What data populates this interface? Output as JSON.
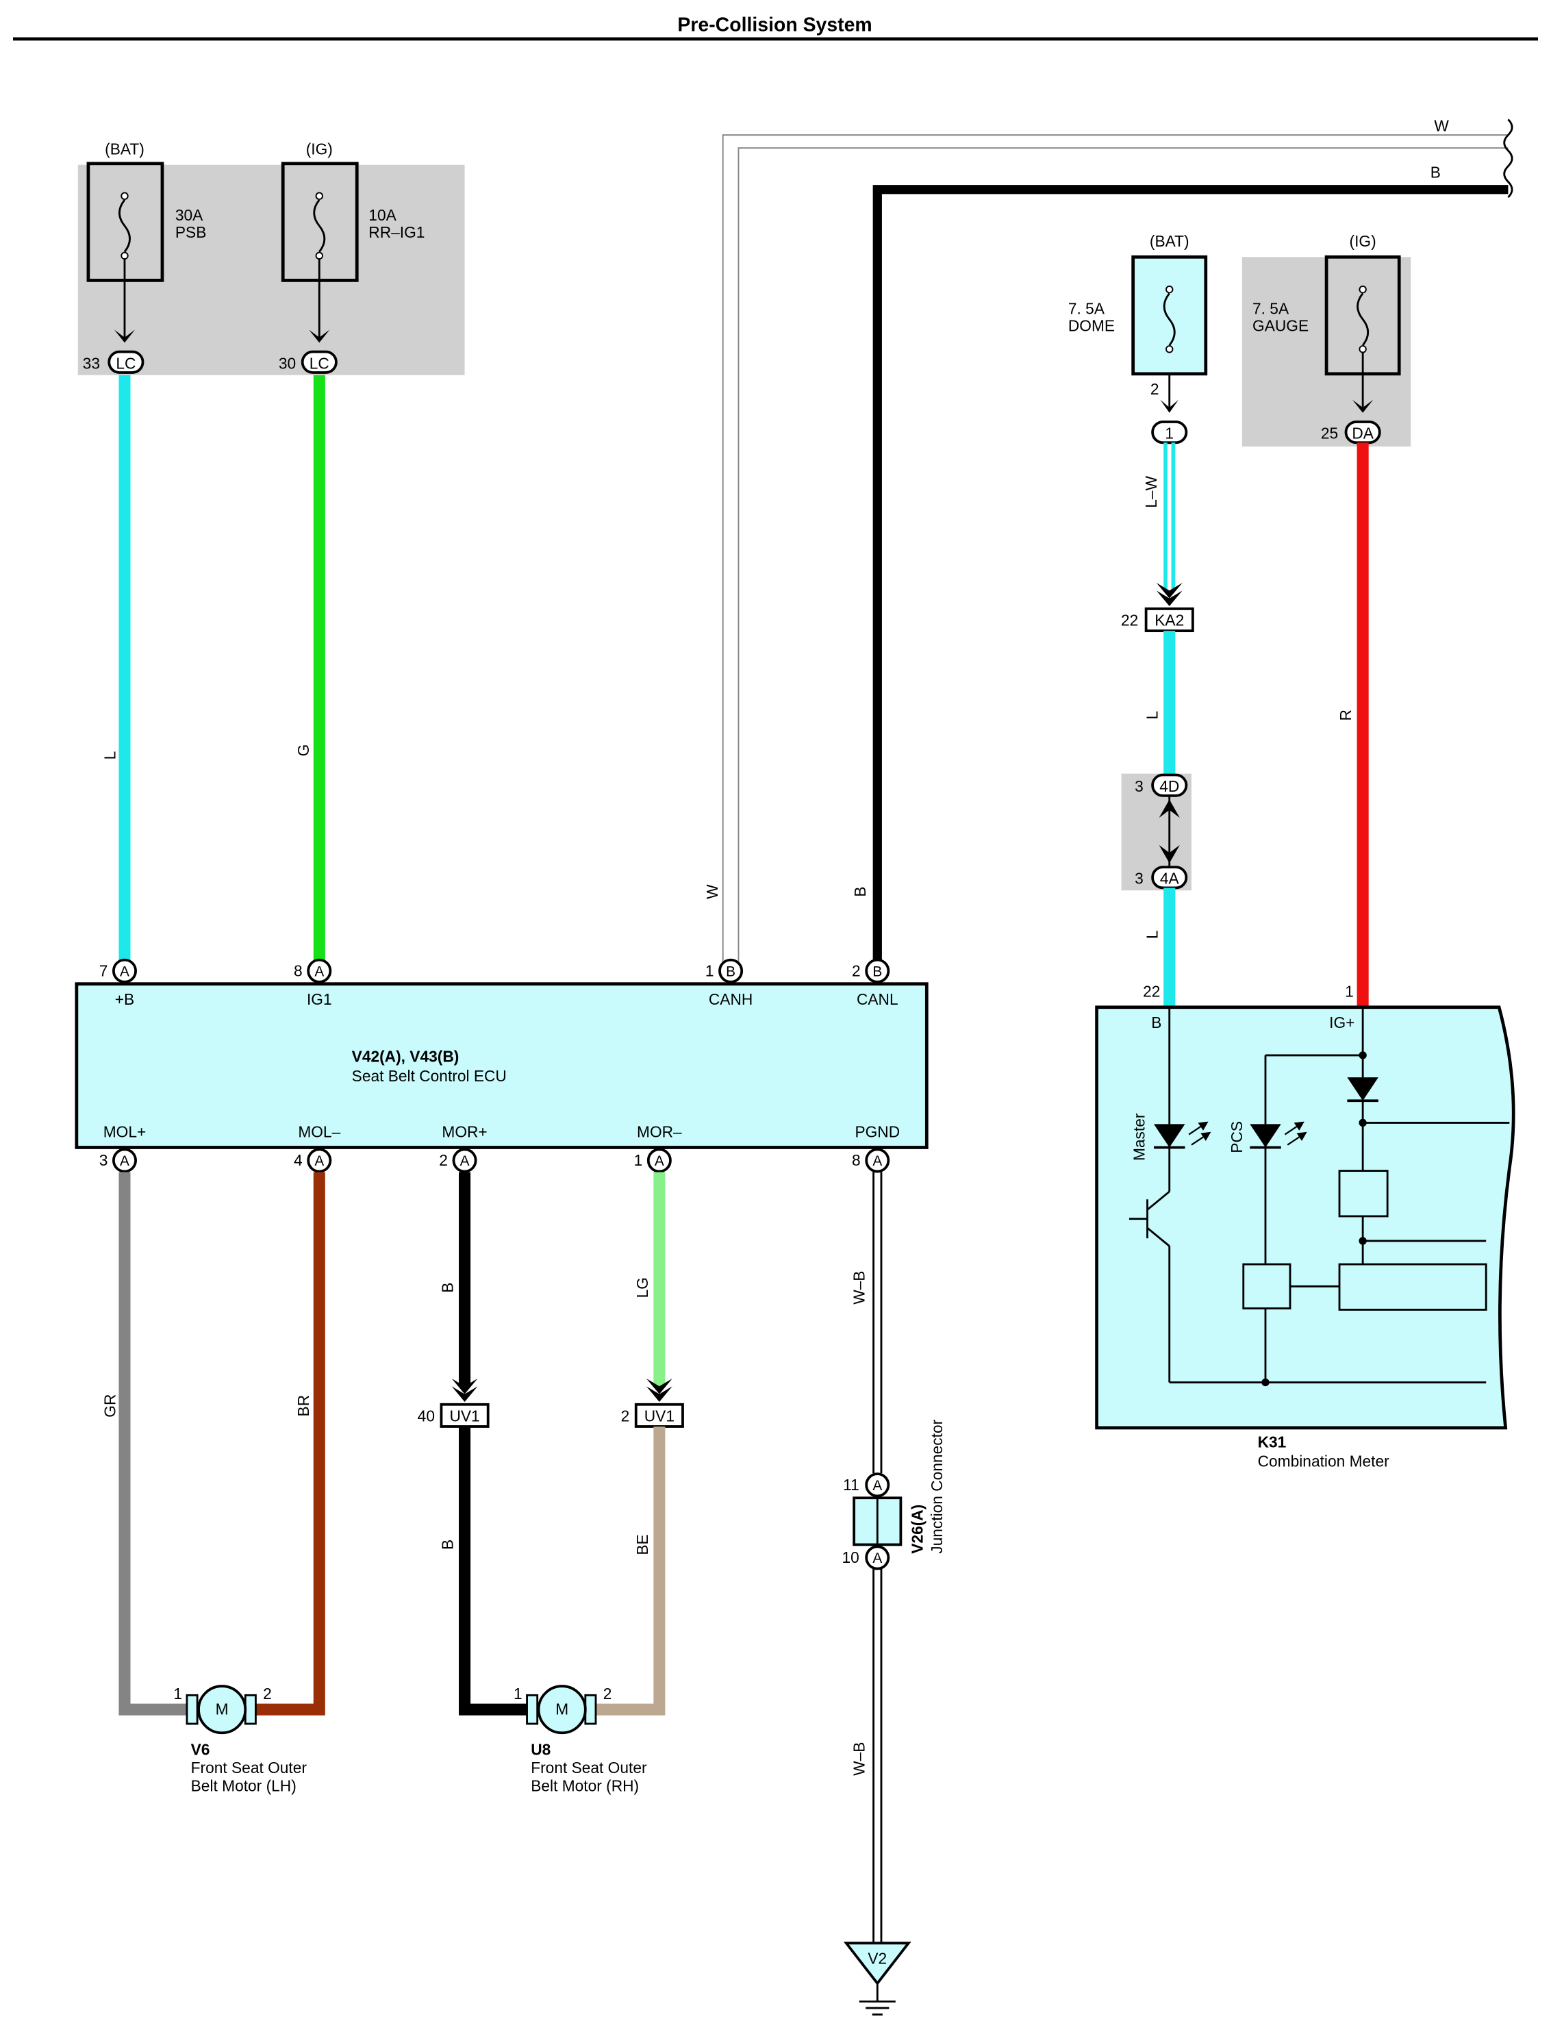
{
  "title": "Pre-Collision System",
  "colors": {
    "L": "#1ee8ea",
    "G": "#16e016",
    "R": "#f01010",
    "B": "#000000",
    "GR": "#848484",
    "BR": "#9a2e06",
    "LG": "#88f088",
    "BE": "#bca890",
    "W": "#ffffff",
    "shade": "#d0d0d0",
    "component": "#c9fbfd"
  },
  "fuses": {
    "psb": {
      "source": "(BAT)",
      "amp": "30A",
      "name": "PSB",
      "pin": "33",
      "connector": "LC"
    },
    "rr_ig1": {
      "source": "(IG)",
      "amp": "10A",
      "name": "RR–IG1",
      "pin": "30",
      "connector": "LC"
    },
    "dome": {
      "source": "(BAT)",
      "amp": "7. 5A",
      "name": "DOME",
      "pin": "2",
      "connector": "1"
    },
    "gauge": {
      "source": "(IG)",
      "amp": "7. 5A",
      "name": "GAUGE",
      "pin": "25",
      "connector": "DA"
    }
  },
  "wires": {
    "w_top": "W",
    "b_top": "B",
    "l_main": "L",
    "g_main": "G",
    "w_can": "W",
    "b_can": "B",
    "lw": "L–W",
    "l_dome": "L",
    "l_meter": "L",
    "r_meter": "R",
    "gr": "GR",
    "br": "BR",
    "b_mor1": "B",
    "b_mor2": "B",
    "lg": "LG",
    "be": "BE",
    "wb1": "W–B",
    "wb2": "W–B"
  },
  "ecu": {
    "name_bold": "V42(A), V43(B)",
    "name": "Seat Belt Control ECU",
    "top_pins": [
      {
        "num": "7",
        "conn": "A",
        "label": "+B"
      },
      {
        "num": "8",
        "conn": "A",
        "label": "IG1"
      },
      {
        "num": "1",
        "conn": "B",
        "label": "CANH"
      },
      {
        "num": "2",
        "conn": "B",
        "label": "CANL"
      }
    ],
    "bottom_pins": [
      {
        "num": "3",
        "conn": "A",
        "label": "MOL+"
      },
      {
        "num": "4",
        "conn": "A",
        "label": "MOL–"
      },
      {
        "num": "2",
        "conn": "A",
        "label": "MOR+"
      },
      {
        "num": "1",
        "conn": "A",
        "label": "MOR–"
      },
      {
        "num": "8",
        "conn": "A",
        "label": "PGND"
      }
    ]
  },
  "connectors": {
    "ka2": {
      "pin": "22",
      "name": "KA2"
    },
    "junction_4d": {
      "pin": "3",
      "name": "4D"
    },
    "junction_4a": {
      "pin": "3",
      "name": "4A"
    },
    "uv1_left": {
      "pin": "40",
      "name": "UV1"
    },
    "uv1_right": {
      "pin": "2",
      "name": "UV1"
    },
    "v26_top": {
      "pin": "11",
      "name": "A"
    },
    "v26_bottom": {
      "pin": "10",
      "name": "A"
    },
    "v26_label_bold": "V26(A)",
    "v26_label": "Junction Connector"
  },
  "meter": {
    "id": "K31",
    "name": "Combination Meter",
    "pin_b_num": "22",
    "pin_b_label": "B",
    "pin_ig_num": "1",
    "pin_ig_label": "IG+",
    "led_master": "Master",
    "led_pcs": "PCS"
  },
  "motors": {
    "lh": {
      "id": "V6",
      "line1": "Front Seat Outer",
      "line2": "Belt Motor (LH)",
      "symbol": "M",
      "pin1": "1",
      "pin2": "2"
    },
    "rh": {
      "id": "U8",
      "line1": "Front Seat Outer",
      "line2": "Belt Motor (RH)",
      "symbol": "M",
      "pin1": "1",
      "pin2": "2"
    }
  },
  "ground": {
    "name": "V2"
  }
}
